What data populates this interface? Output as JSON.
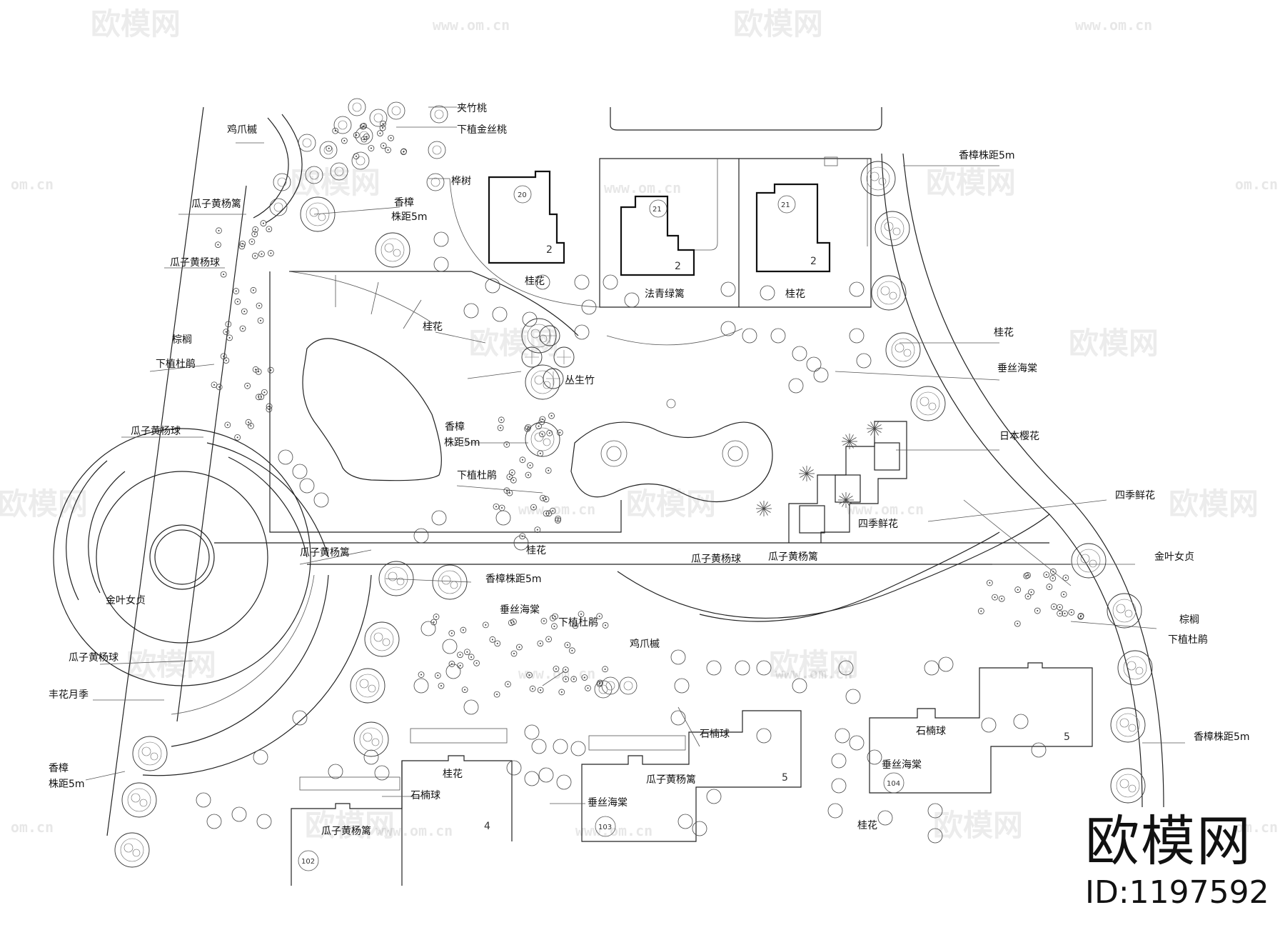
{
  "watermark": {
    "brand": "欧模网",
    "url": "www.om.cn",
    "url_short": "om.cn"
  },
  "logo": {
    "name": "欧模网",
    "id_text": "ID:1197592"
  },
  "plant_labels": [
    {
      "text": "夹竹桃"
    },
    {
      "text": "下植金丝桃"
    },
    {
      "text": "鸡爪槭"
    },
    {
      "text": "桦树"
    },
    {
      "text": "瓜子黄杨篱"
    },
    {
      "text": "香樟"
    },
    {
      "text": "株距5m"
    },
    {
      "text": "瓜子黄杨球"
    },
    {
      "text": "桂花"
    },
    {
      "text": "法青绿篱"
    },
    {
      "text": "桂花"
    },
    {
      "text": "香樟株距5m"
    },
    {
      "text": "棕榈"
    },
    {
      "text": "下植杜鹃"
    },
    {
      "text": "桂花"
    },
    {
      "text": "丛生竹"
    },
    {
      "text": "桂花"
    },
    {
      "text": "垂丝海棠"
    },
    {
      "text": "日本樱花"
    },
    {
      "text": "瓜子黄杨球"
    },
    {
      "text": "香樟"
    },
    {
      "text": "株距5m"
    },
    {
      "text": "下植杜鹃"
    },
    {
      "text": "四季鲜花"
    },
    {
      "text": "四季鲜花"
    },
    {
      "text": "桂花"
    },
    {
      "text": "瓜子黄杨球"
    },
    {
      "text": "瓜子黄杨篱"
    },
    {
      "text": "瓜子黄杨篱"
    },
    {
      "text": "香樟株距5m"
    },
    {
      "text": "金叶女贞"
    },
    {
      "text": "金叶女贞"
    },
    {
      "text": "垂丝海棠"
    },
    {
      "text": "下植杜鹃"
    },
    {
      "text": "棕榈"
    },
    {
      "text": "下植杜鹃"
    },
    {
      "text": "鸡爪槭"
    },
    {
      "text": "瓜子黄杨球"
    },
    {
      "text": "丰花月季"
    },
    {
      "text": "石楠球"
    },
    {
      "text": "石楠球"
    },
    {
      "text": "香樟株距5m"
    },
    {
      "text": "香樟"
    },
    {
      "text": "株距5m"
    },
    {
      "text": "桂花"
    },
    {
      "text": "瓜子黄杨篱"
    },
    {
      "text": "垂丝海棠"
    },
    {
      "text": "石楠球"
    },
    {
      "text": "垂丝海棠"
    },
    {
      "text": "瓜子黄杨篱"
    },
    {
      "text": "桂花"
    }
  ],
  "building_numbers": [
    {
      "text": "2"
    },
    {
      "text": "2"
    },
    {
      "text": "2"
    },
    {
      "text": "5"
    },
    {
      "text": "5"
    },
    {
      "text": "4"
    }
  ],
  "building_ids": [
    {
      "text": "20"
    },
    {
      "text": "21"
    },
    {
      "text": "21"
    },
    {
      "text": "102"
    },
    {
      "text": "103"
    },
    {
      "text": "104"
    }
  ]
}
